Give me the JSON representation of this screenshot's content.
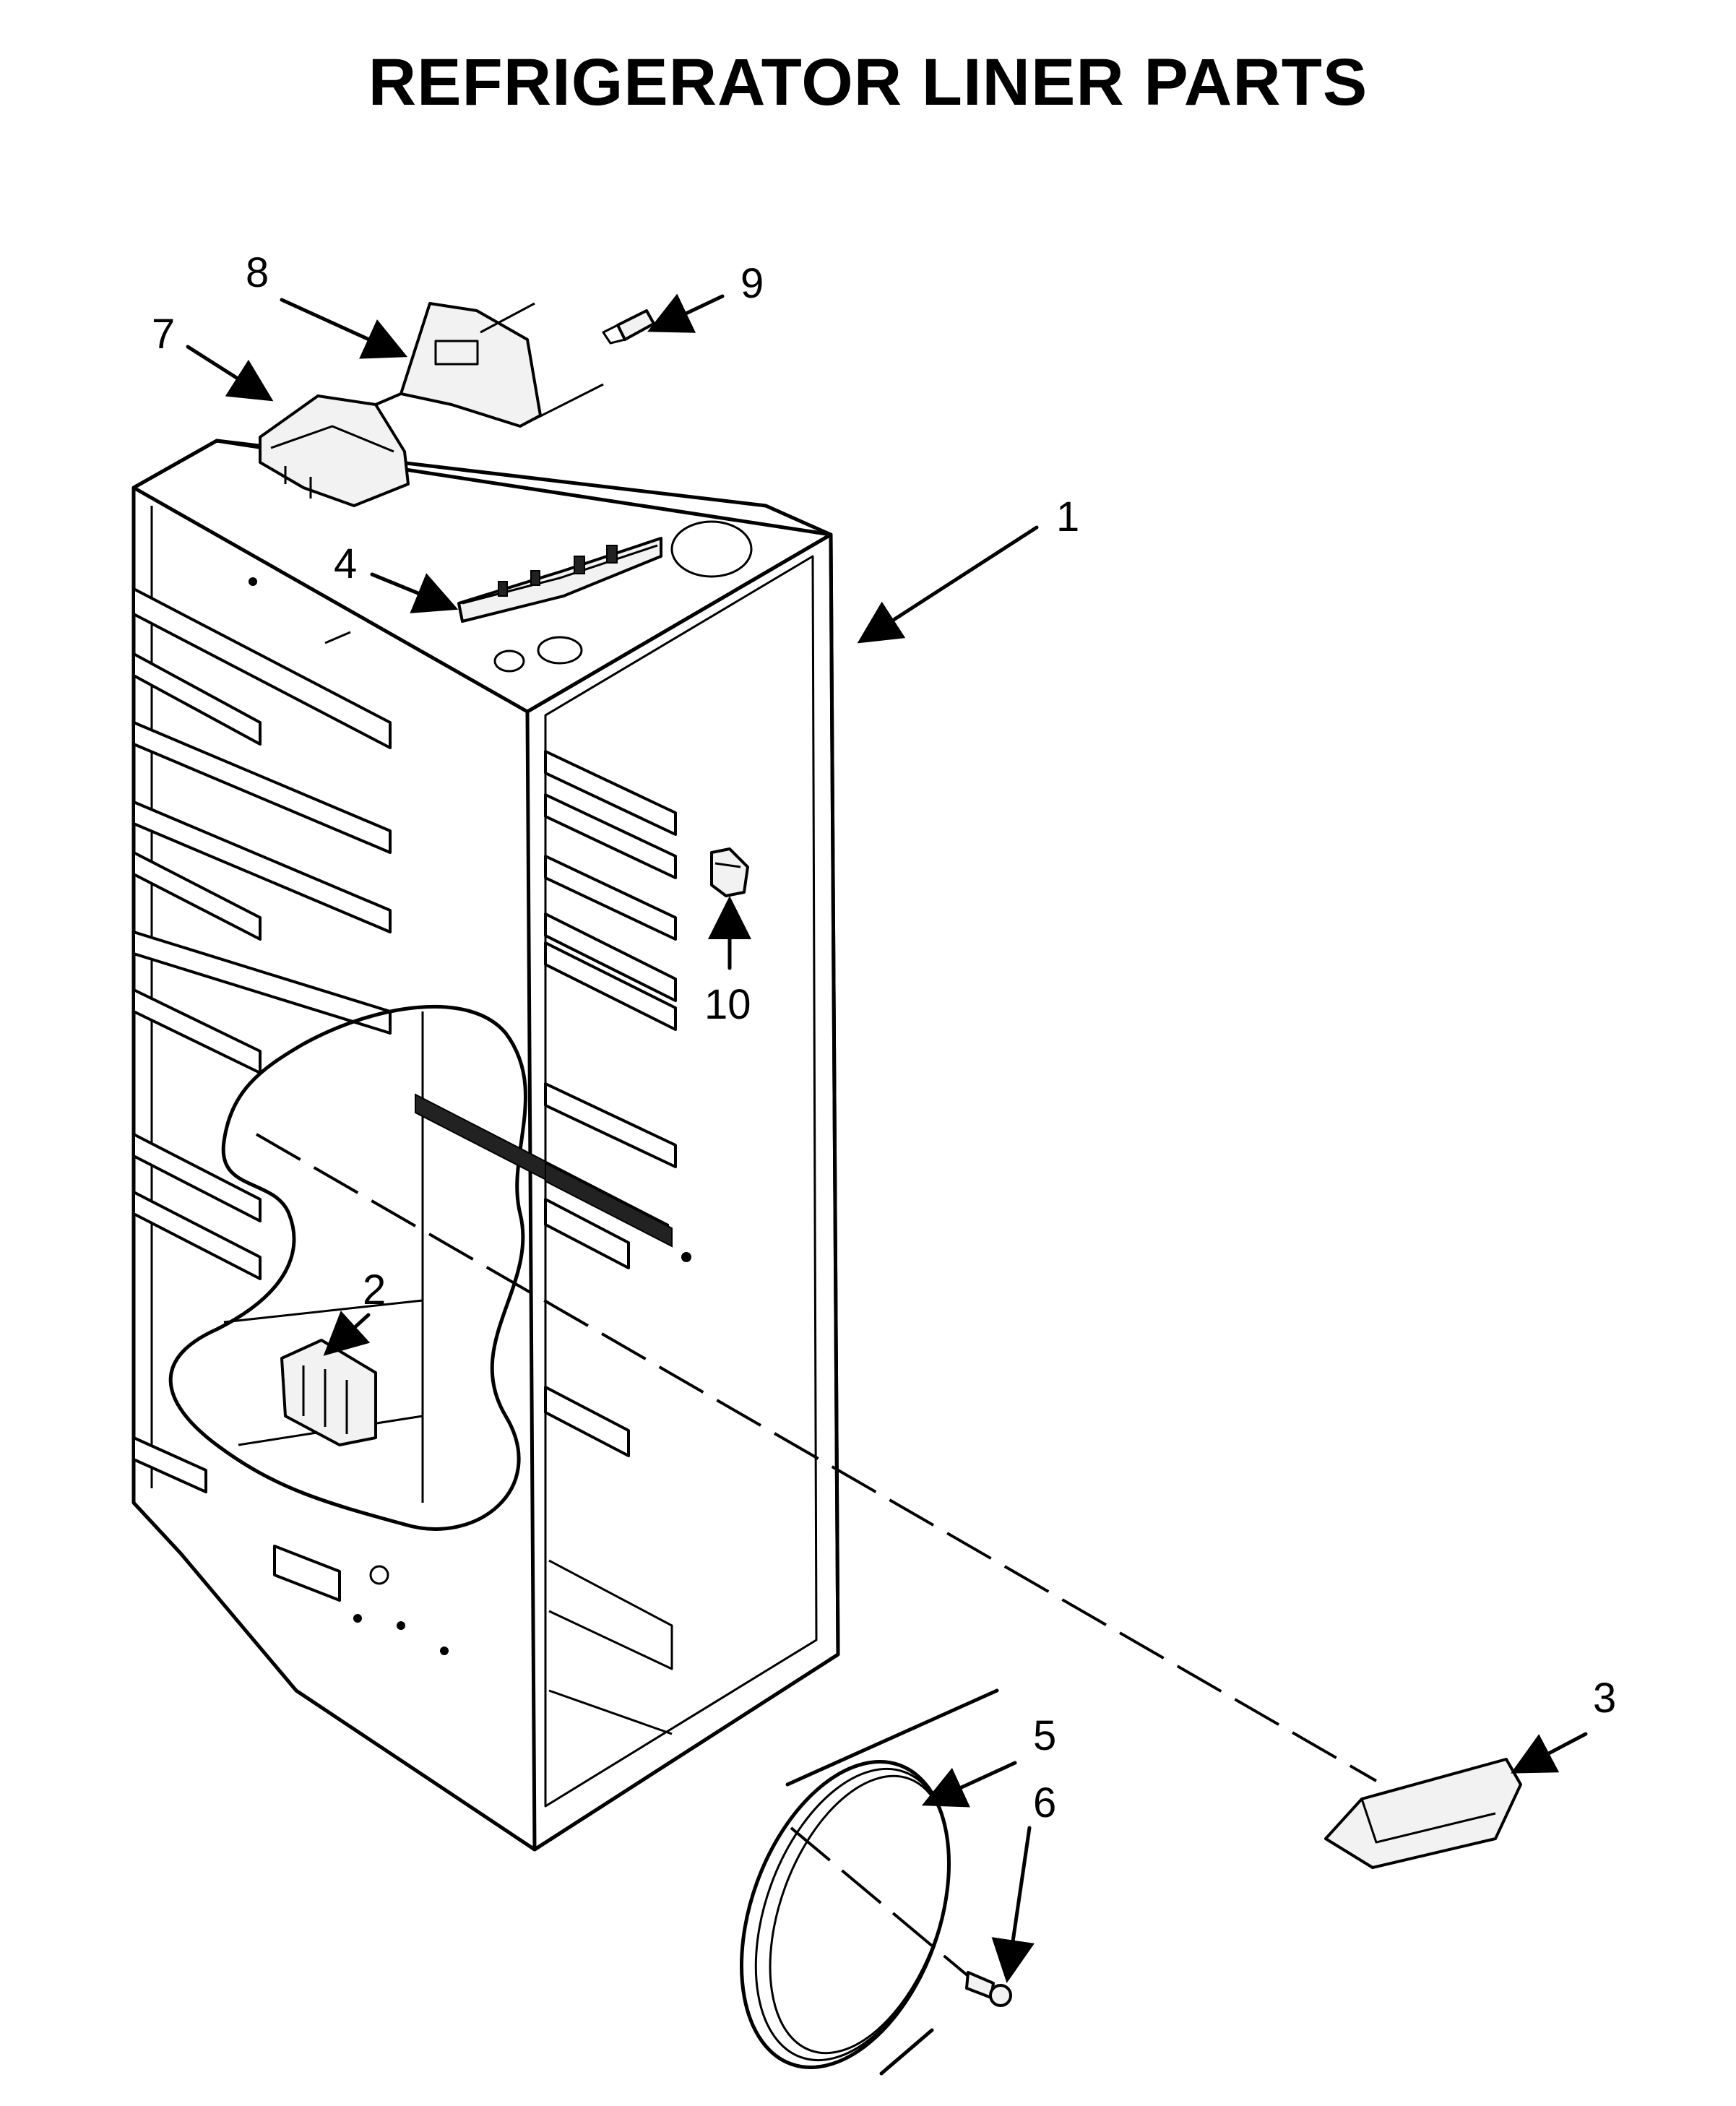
{
  "title": "REFRIGERATOR LINER PARTS",
  "callouts": [
    "1",
    "2",
    "3",
    "4",
    "5",
    "6",
    "7",
    "8",
    "9",
    "10"
  ]
}
